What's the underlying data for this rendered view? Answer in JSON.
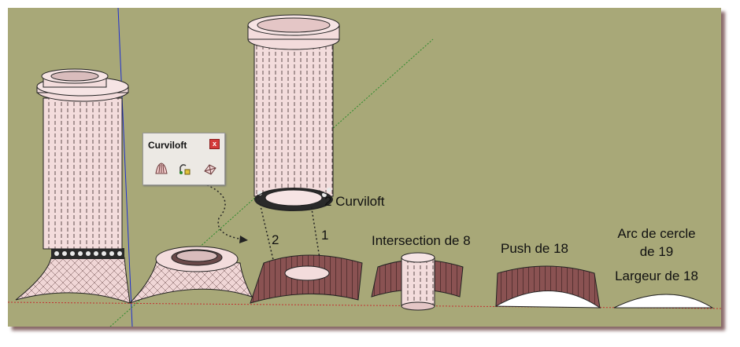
{
  "toolbar": {
    "title": "Curviloft",
    "close_glyph": "x",
    "buttons": [
      {
        "name": "loft-by-spline-icon"
      },
      {
        "name": "skinning-icon"
      },
      {
        "name": "loft-along-path-icon"
      }
    ]
  },
  "annotations": {
    "curviloft": "2 Curviloft",
    "step_2": "2",
    "step_1": "1",
    "intersection": "Intersection de 8",
    "push": "Push de 18",
    "arc_line1": "Arc de cercle",
    "arc_line2": "de 19",
    "width": "Largeur de 18"
  },
  "colors": {
    "background": "#a8a878",
    "surface_light": "#f4dada",
    "surface_dark": "#7a4a4a",
    "accent_close": "#d43a3a"
  }
}
